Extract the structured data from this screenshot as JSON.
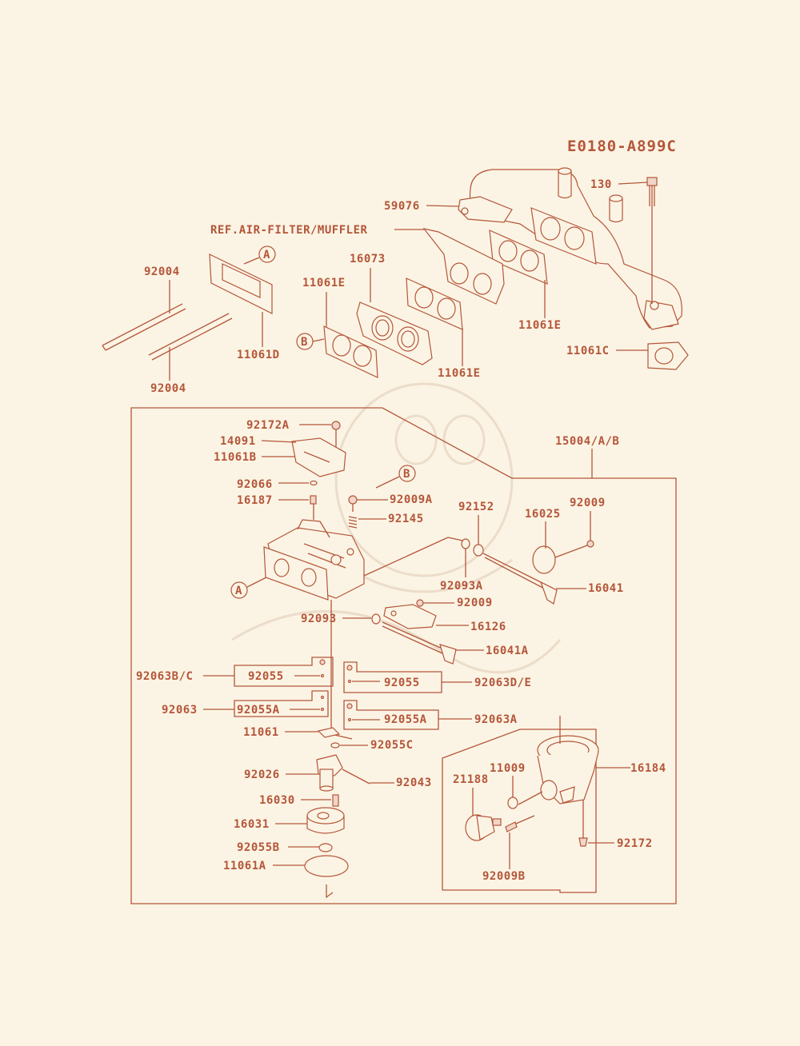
{
  "diagram_code": "E0180-A899C",
  "labels": {
    "l130": "130",
    "l59076": "59076",
    "lref": "REF.AIR-FILTER/MUFFLER",
    "l92004a": "92004",
    "l92004b": "92004",
    "l16073": "16073",
    "l11061e_1": "11061E",
    "l11061e_2": "11061E",
    "l11061e_3": "11061E",
    "l11061d": "11061D",
    "l11061c": "11061C",
    "l92172a": "92172A",
    "l14091": "14091",
    "l11061b": "11061B",
    "l92066": "92066",
    "l16187": "16187",
    "l92009a": "92009A",
    "l92145": "92145",
    "l15004": "15004/A/B",
    "l92152": "92152",
    "l16025": "16025",
    "l92009_1": "92009",
    "l92093a": "92093A",
    "l16041": "16041",
    "l92009_2": "92009",
    "l92093": "92093",
    "l16126": "16126",
    "l16041a": "16041A",
    "l92063bc": "92063B/C",
    "l92055_1": "92055",
    "l92055_2": "92055",
    "l92063de": "92063D/E",
    "l92063": "92063",
    "l92055a_1": "92055A",
    "l92055a_2": "92055A",
    "l92063a": "92063A",
    "l11061": "11061",
    "l92055c": "92055C",
    "l92026": "92026",
    "l92043": "92043",
    "l16184": "16184",
    "l11009": "11009",
    "l21188": "21188",
    "l16030": "16030",
    "l16031": "16031",
    "l92055b": "92055B",
    "l11061a": "11061A",
    "l92172": "92172",
    "l92009b": "92009B"
  },
  "callouts": {
    "a_top": "A",
    "b_top": "B",
    "b_mid": "B",
    "a_mid": "A"
  },
  "colors": {
    "ink": "#b5563a",
    "paper": "#fbf4e4"
  }
}
